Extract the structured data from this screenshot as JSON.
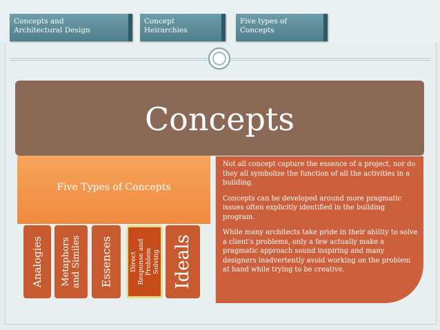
{
  "tabs": [
    {
      "line1": "Concepts and",
      "line2": "Architectural Design"
    },
    {
      "line1": "Concept",
      "line2": "Heirarchies"
    },
    {
      "line1": "Five types of",
      "line2": "Concepts"
    }
  ],
  "main": {
    "title": "Concepts",
    "types_label": "Five Types of Concepts",
    "boxes": {
      "analogies": "Analogies",
      "metaphors_line1": "Metaphors",
      "metaphors_line2": "and Similes",
      "essences": "Essences",
      "direct_line1": "Direct",
      "direct_line2": "Response and",
      "direct_line3": "Problem",
      "direct_line4": "Solving",
      "ideals": "Ideals"
    }
  },
  "callout": {
    "p1": "Not all concept capture the essence of a project, nor do they all symbolize the function of all the activities in a building.",
    "p2": "Concepts can be developed around more pragmatic issues often explicitly identified in the building program.",
    "p3": "While many architects take pride in their ability to solve a client's problems, only a few actually make a pragmatic approach sound inspiring and many designers inadvertently avoid working on the problem at hand while trying to be creative."
  },
  "colors": {
    "tab": "#5f8d9a",
    "title_box": "#8b6957",
    "types_box": "#f39a4b",
    "concept_box": "#c75a2e",
    "callout": "#cc5f3c",
    "highlight_border": "#eddc86"
  }
}
